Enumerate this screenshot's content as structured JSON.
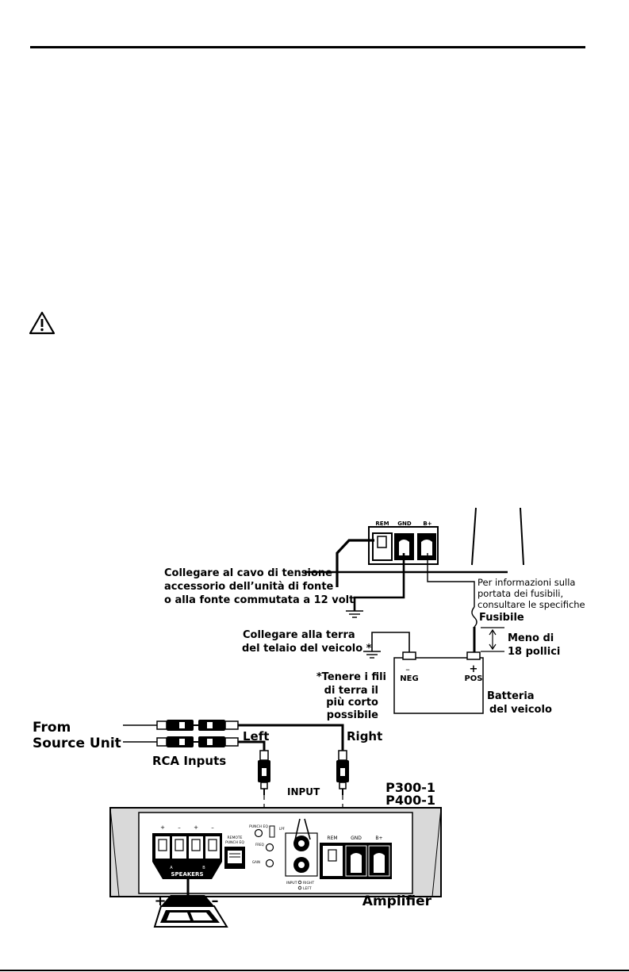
{
  "labels": {
    "rem": "REM",
    "gnd": "GND",
    "bplus": "B+",
    "accessory_1": "Collegare al cavo di tensione",
    "accessory_2": "accessorio dell’unità di fonte",
    "accessory_3": "o alla fonte commutata a 12 volt",
    "fuse_info_1": "Per informazioni sulla",
    "fuse_info_2": "portata dei fusibili,",
    "fuse_info_3": "consultare le specifiche",
    "fuse": "Fusibile",
    "distance_1": "Meno di",
    "distance_2": "18 pollici",
    "ground_1": "Collegare alla terra",
    "ground_2": "del telaio del veicolo *",
    "neg_sign": "–",
    "pos_sign": "+",
    "neg": "NEG",
    "pos": "POS",
    "note_1": "*Tenere i fili",
    "note_2": "di terra il",
    "note_3": "più corto",
    "note_4": "possibile",
    "battery_1": "Batteria",
    "battery_2": "del veicolo",
    "from_source_1": "From",
    "from_source_2": "Source Unit",
    "left": "Left",
    "right": "Right",
    "rca_inputs": "RCA Inputs",
    "input": "INPUT",
    "model_1": "P300-1",
    "model_2": "P400-1",
    "amplifier": "Amplifier",
    "speakers": "SPEAKERS",
    "spk_plus": "+",
    "spk_minus": "–",
    "spk_a": "A",
    "spk_b": "B",
    "remote_punch_1": "REMOTE",
    "remote_punch_2": "PUNCH EQ",
    "punch_eq": "PUNCH EQ",
    "gain": "GAIN",
    "freq": "FREQ",
    "lpf": "LPF",
    "input_small": "INPUT",
    "right_small": "RIGHT",
    "left_small": "LEFT",
    "sub_plus": "+",
    "sub_minus": "–"
  }
}
